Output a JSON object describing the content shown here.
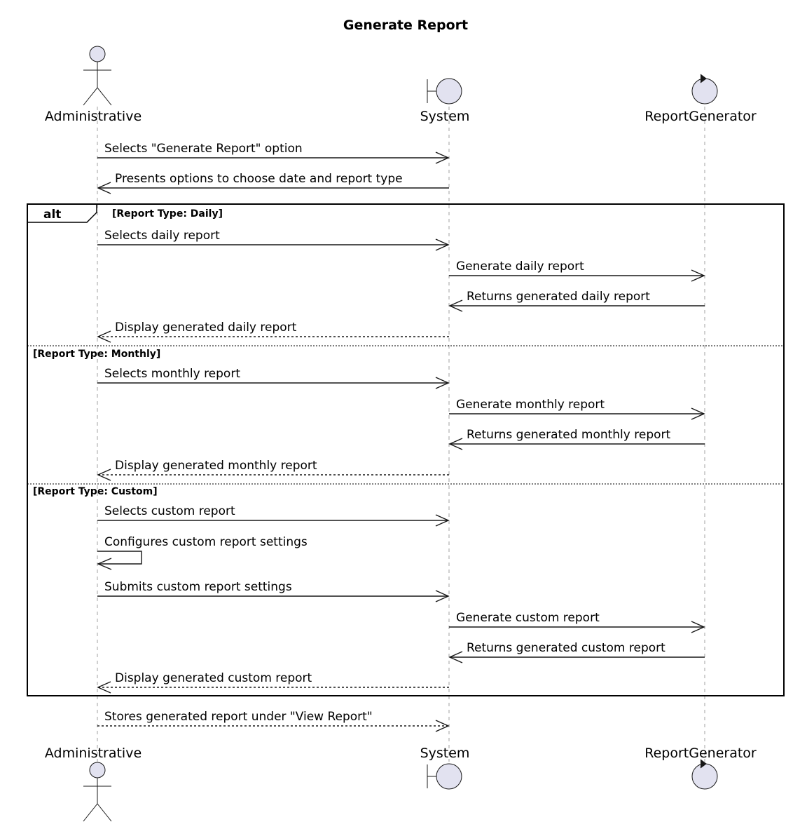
{
  "title": "Generate Report",
  "participants": [
    {
      "id": "admin",
      "name": "Administrative",
      "kind": "actor"
    },
    {
      "id": "system",
      "name": "System",
      "kind": "boundary"
    },
    {
      "id": "generator",
      "name": "ReportGenerator",
      "kind": "control"
    }
  ],
  "messages": [
    {
      "from": "admin",
      "to": "system",
      "label": "Selects \"Generate Report\" option",
      "style": "solid"
    },
    {
      "from": "system",
      "to": "admin",
      "label": "Presents options to choose date and report type",
      "style": "solid"
    },
    {
      "from": "admin",
      "to": "system",
      "label": "Selects daily report",
      "style": "solid"
    },
    {
      "from": "system",
      "to": "generator",
      "label": "Generate daily report",
      "style": "solid"
    },
    {
      "from": "generator",
      "to": "system",
      "label": "Returns generated daily report",
      "style": "solid"
    },
    {
      "from": "system",
      "to": "admin",
      "label": "Display generated daily report",
      "style": "dashed"
    },
    {
      "from": "admin",
      "to": "system",
      "label": "Selects monthly report",
      "style": "solid"
    },
    {
      "from": "system",
      "to": "generator",
      "label": "Generate monthly report",
      "style": "solid"
    },
    {
      "from": "generator",
      "to": "system",
      "label": "Returns generated monthly report",
      "style": "solid"
    },
    {
      "from": "system",
      "to": "admin",
      "label": "Display generated monthly report",
      "style": "dashed"
    },
    {
      "from": "admin",
      "to": "system",
      "label": "Selects custom report",
      "style": "solid"
    },
    {
      "from": "admin",
      "to": "admin",
      "label": "Configures custom report settings",
      "style": "solid"
    },
    {
      "from": "admin",
      "to": "system",
      "label": "Submits custom report settings",
      "style": "solid"
    },
    {
      "from": "system",
      "to": "generator",
      "label": "Generate custom report",
      "style": "solid"
    },
    {
      "from": "generator",
      "to": "system",
      "label": "Returns generated custom report",
      "style": "solid"
    },
    {
      "from": "system",
      "to": "admin",
      "label": "Display generated custom report",
      "style": "dashed"
    },
    {
      "from": "admin",
      "to": "system",
      "label": "Stores generated report under \"View Report\"",
      "style": "dashed"
    }
  ],
  "alt": {
    "keyword": "alt",
    "conditions": [
      "[Report Type: Daily]",
      "[Report Type: Monthly]",
      "[Report Type: Custom]"
    ]
  },
  "colors": {
    "participant_fill": "#e2e2f0",
    "stroke": "#181818",
    "lifeline": "#a0a0a0"
  }
}
